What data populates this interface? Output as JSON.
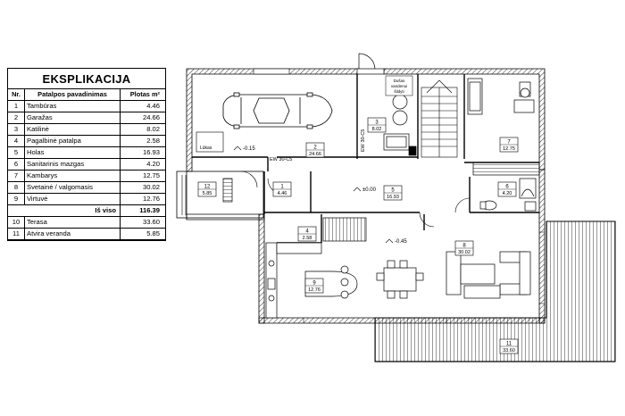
{
  "explication": {
    "title": "EKSPLIKACIJA",
    "headers": {
      "no": "Nr.",
      "name": "Patalpos pavadinimas",
      "area": "Plotas m²"
    },
    "rows": [
      {
        "no": "1",
        "name": "Tambūras",
        "area": "4.46"
      },
      {
        "no": "2",
        "name": "Garažas",
        "area": "24.66"
      },
      {
        "no": "3",
        "name": "Katilinė",
        "area": "8.02"
      },
      {
        "no": "4",
        "name": "Pagalbinė patalpa",
        "area": "2.58"
      },
      {
        "no": "5",
        "name": "Holas",
        "area": "16.93"
      },
      {
        "no": "6",
        "name": "Sanitarinis mazgas",
        "area": "4.20"
      },
      {
        "no": "7",
        "name": "Kambarys",
        "area": "12.75"
      },
      {
        "no": "8",
        "name": "Svetainė / valgomasis",
        "area": "30.02"
      },
      {
        "no": "9",
        "name": "Virtuvė",
        "area": "12.76"
      }
    ],
    "total": {
      "label": "Iš viso",
      "area": "116.39"
    },
    "extra_rows": [
      {
        "no": "10",
        "name": "Terasa",
        "area": "33.60"
      },
      {
        "no": "11",
        "name": "Atvira veranda",
        "area": "5.85"
      }
    ]
  },
  "plan": {
    "room_labels": [
      {
        "no": "2",
        "area": "24.66"
      },
      {
        "no": "3",
        "area": "8.02"
      },
      {
        "no": "7",
        "area": "12.75"
      },
      {
        "no": "12",
        "area": "5.85"
      },
      {
        "no": "1",
        "area": "4.46"
      },
      {
        "no": "5",
        "area": "16.93"
      },
      {
        "no": "6",
        "area": "4.20"
      },
      {
        "no": "4",
        "area": "2.58"
      },
      {
        "no": "8",
        "area": "30.02"
      },
      {
        "no": "9",
        "area": "12.76"
      },
      {
        "no": "11",
        "area": "33.60"
      }
    ],
    "levels": {
      "garage": "-0.15",
      "hall": "±0.00",
      "living": "-0.45"
    },
    "notes": {
      "garage_tag": "Lūkas",
      "shower_tag_line1": "Dušas",
      "shower_tag_line2": "vandenui",
      "shower_tag_line3": "šildyti",
      "vent_tag_1": "EW 30-C5",
      "vent_tag_2": "EW 30-C5"
    }
  }
}
